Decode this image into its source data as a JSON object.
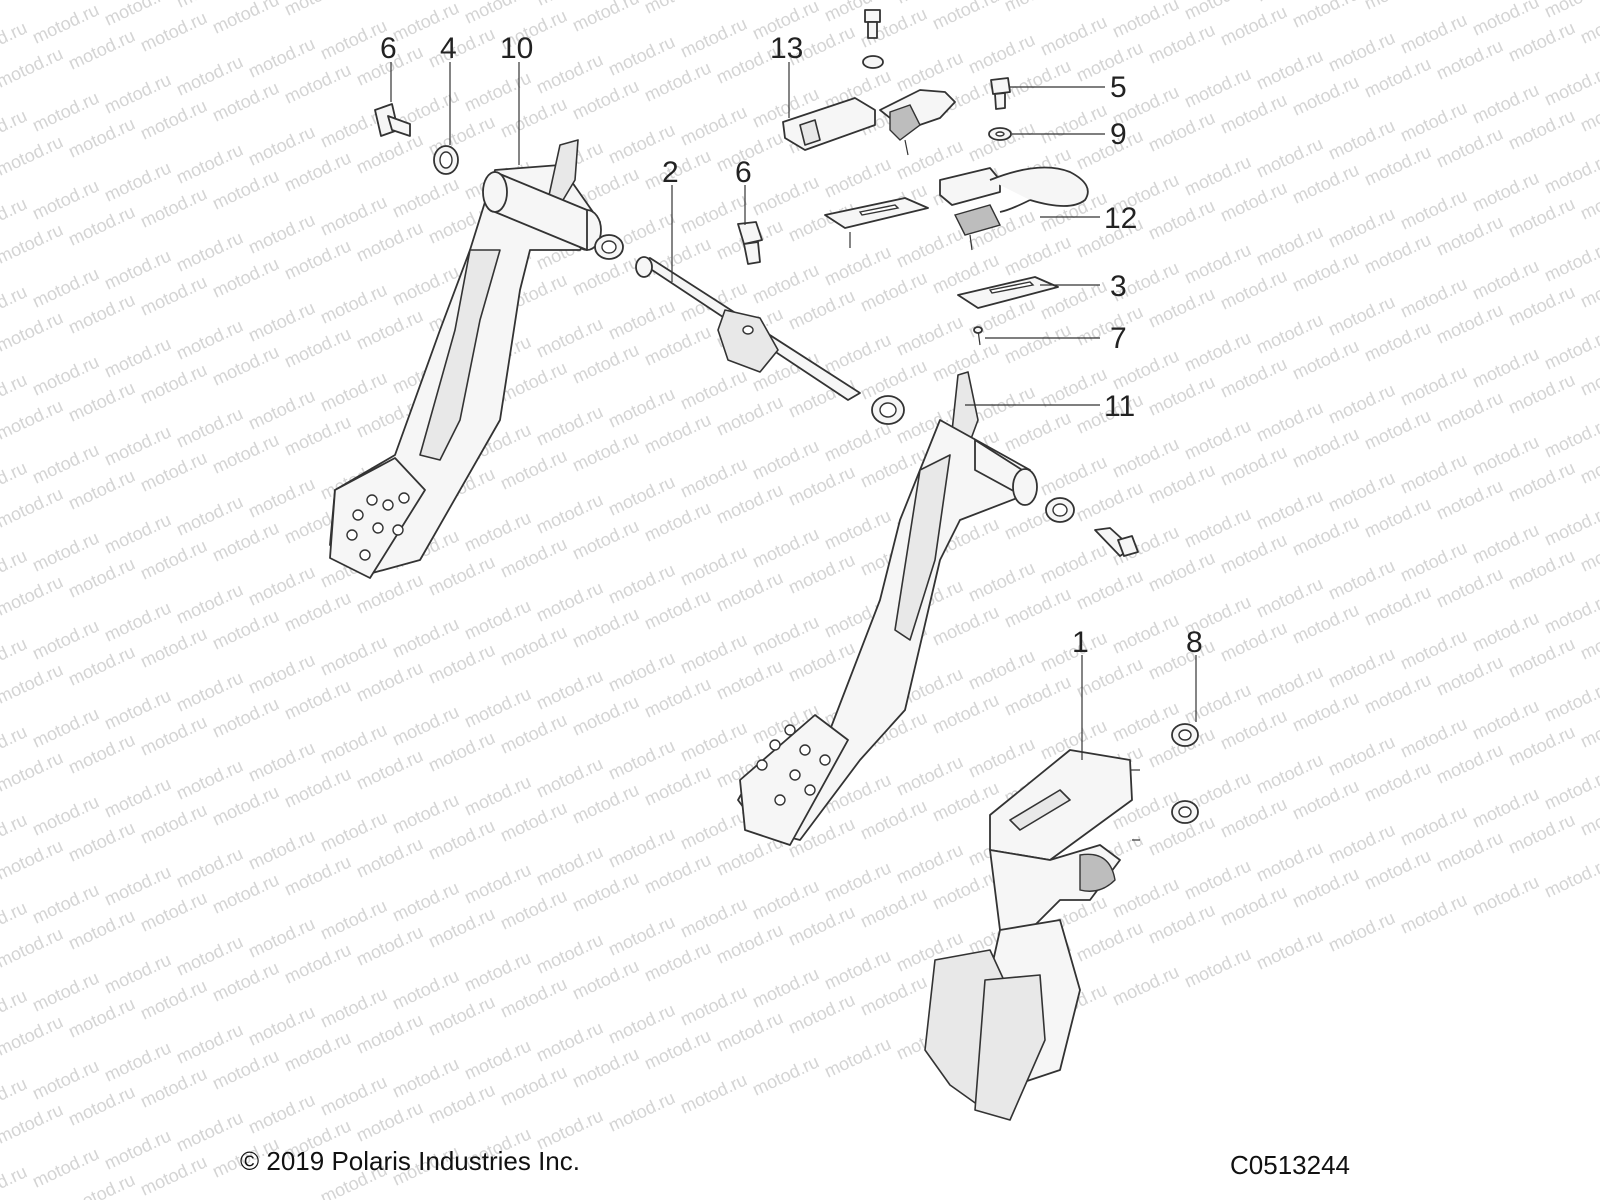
{
  "watermark_text": "motod.ru",
  "callouts": {
    "c6a": "6",
    "c4": "4",
    "c10": "10",
    "c13": "13",
    "c5": "5",
    "c9": "9",
    "c2": "2",
    "c6b": "6",
    "c12": "12",
    "c3": "3",
    "c7": "7",
    "c11": "11",
    "c1": "1",
    "c8": "8"
  },
  "footer": {
    "copyright": "© 2019 Polaris Industries Inc.",
    "code": "C0513244"
  }
}
